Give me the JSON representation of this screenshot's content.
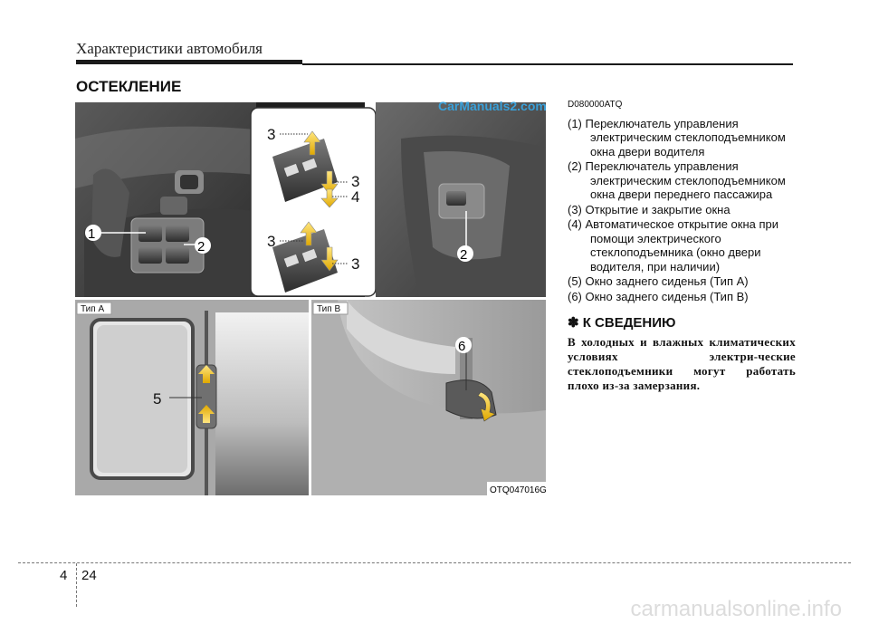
{
  "header": {
    "title": "Характеристики автомобиля"
  },
  "section": {
    "title": "ОСТЕКЛЕНИЕ"
  },
  "watermark": "CarManuals2.com",
  "figure": {
    "callouts": [
      "1",
      "2",
      "3",
      "3",
      "4",
      "3",
      "3",
      "2",
      "5",
      "6"
    ],
    "type_a": "Тип A",
    "type_b": "Тип B",
    "code": "OTQ047016G"
  },
  "content": {
    "doc_code": "D080000ATQ",
    "items": [
      "(1) Переключатель управления электрическим стеклоподъемником окна двери водителя",
      "(2) Переключатель управления электрическим стеклоподъемником окна двери переднего пассажира",
      "(3) Открытие и закрытие окна",
      "(4) Автоматическое открытие окна при помощи электрического стеклоподъемника (окно двери водителя, при наличии)",
      "(5) Окно заднего сиденья (Тип A)",
      "(6) Окно заднего сиденья (Тип B)"
    ],
    "note_title": "✽ К СВЕДЕНИЮ",
    "note_text": "В холодных и влажных климатических условиях электри-ческие стеклоподъемники могут работать плохо из-за замерзания."
  },
  "page": {
    "chapter": "4",
    "number": "24"
  },
  "footer": {
    "site": "carmanualsonline.info"
  }
}
